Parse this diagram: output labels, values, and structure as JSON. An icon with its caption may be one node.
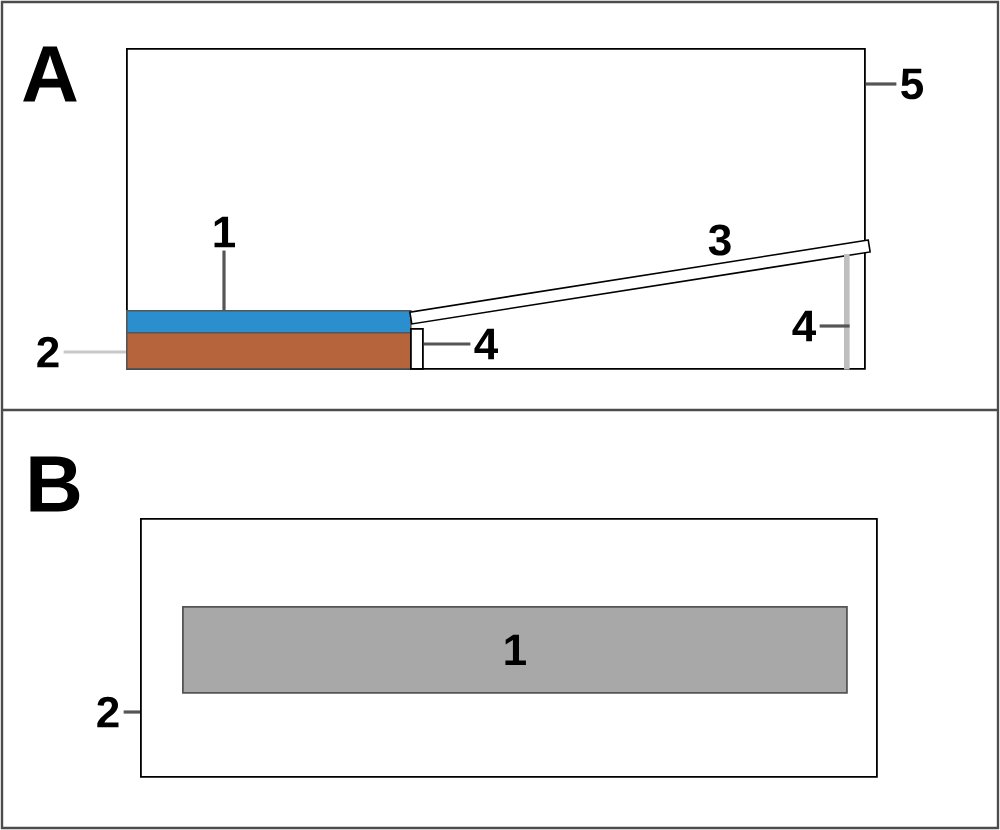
{
  "diagram": {
    "nodes": [
      {
        "text": [],
        "shape": "box"
      },
      {
        "text": [
          "1"
        ],
        "in": 0
      },
      {
        "text": [],
        "shape": "bar",
        "in": 0
      },
      {
        "text": [
          "2"
        ]
      },
      {
        "text": [],
        "shape": "bar",
        "in": 0
      },
      {
        "text": [],
        "shape": "box",
        "in": 0
      },
      {
        "text": [
          "4"
        ],
        "in": 0
      },
      {
        "text": [
          "4"
        ],
        "in": 0
      },
      {
        "text": [
          "5"
        ]
      },
      {
        "text": [],
        "shape": "box"
      },
      {
        "text": [
          "1"
        ],
        "in": 9
      },
      {
        "text": [
          "2"
        ]
      },
      {
        "text": [],
        "shape": "bar",
        "in": 0
      },
      {
        "text": [],
        "shape": "bar",
        "in": 0
      }
    ],
    "edges": [
      {
        "from": 1,
        "to": 2,
        "arrow": "none"
      },
      {
        "from": 3,
        "to": 4,
        "arrow": "none",
        "color": "#c8c8c8"
      },
      {
        "from": 6,
        "to": 5,
        "arrow": "none"
      },
      {
        "from": 7,
        "to": 13,
        "arrow": "none"
      },
      {
        "from": 8,
        "to": 0,
        "arrow": "none"
      },
      {
        "from": 11,
        "to": 9,
        "arrow": "none"
      }
    ],
    "labels": [
      "A",
      "3",
      "B"
    ]
  }
}
